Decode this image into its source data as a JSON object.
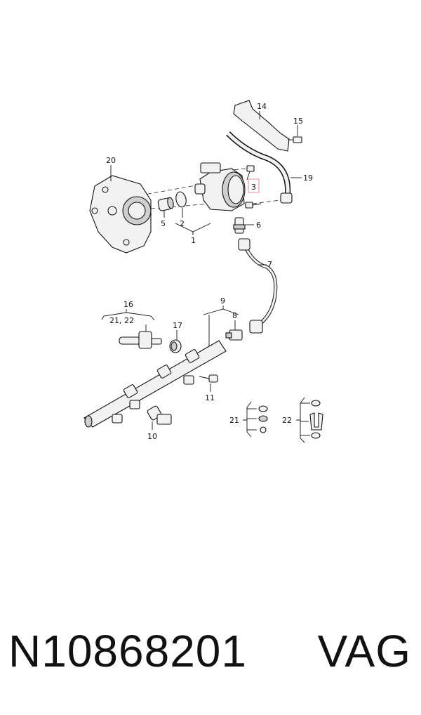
{
  "callouts": {
    "c1": "1",
    "c2": "2",
    "c3": "3",
    "c5": "5",
    "c6": "6",
    "c7": "7",
    "c8": "8",
    "c9": "9",
    "c10": "10",
    "c11": "11",
    "c14": "14",
    "c15": "15",
    "c16": "16",
    "c16sub": "21, 22",
    "c17": "17",
    "c19": "19",
    "c20": "20",
    "c21": "21",
    "c22": "22"
  },
  "highlight": {
    "part": "3",
    "color": "#e8a0a8"
  },
  "footer": {
    "part_number": "N10868201",
    "brand": "VAG"
  }
}
